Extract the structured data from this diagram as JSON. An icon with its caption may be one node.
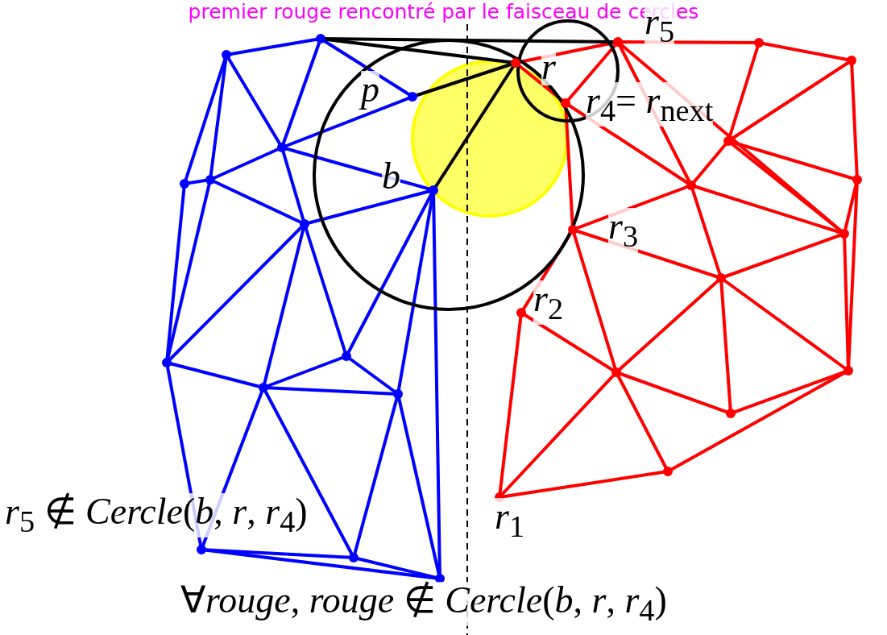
{
  "diagram": {
    "title": "premier rouge rencontré par le faisceau de cercles",
    "labels": [
      "*p*",
      "*r*",
      "*r*$_{5}$",
      "*r*$_{4}$= *r*$_{next}$",
      "*b*",
      "*r*$_{3}$",
      "*r*$_{2}$",
      "*r*$_{1}$",
      "*r*$_{5}$ ∉ *Cercle*(*b*, *r*, *r*$_{4}$)",
      "∀*rouge*, *rouge* ∉ *Cercle*(*b*, *r*, *r*$_{4}$)"
    ]
  }
}
